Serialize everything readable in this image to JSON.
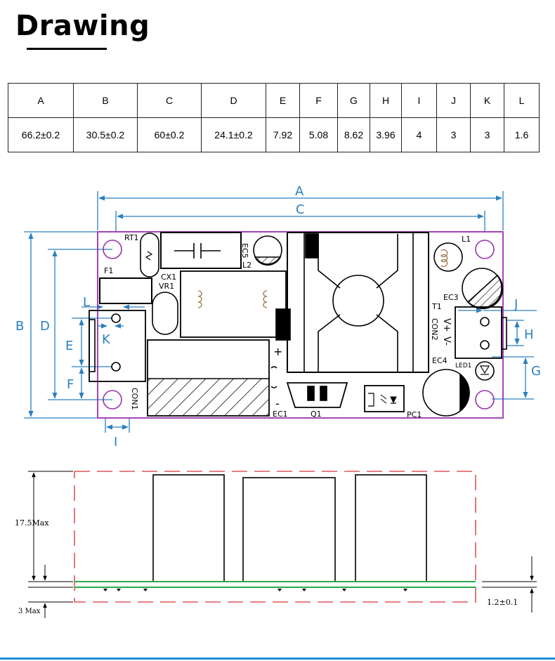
{
  "title": "Drawing",
  "table": {
    "headers": [
      "A",
      "B",
      "C",
      "D",
      "E",
      "F",
      "G",
      "H",
      "I",
      "J",
      "K",
      "L"
    ],
    "values": [
      "66.2±0.2",
      "30.5±0.2",
      "60±0.2",
      "24.1±0.2",
      "7.92",
      "5.08",
      "8.62",
      "3.96",
      "4",
      "3",
      "3",
      "1.6"
    ]
  },
  "top_view": {
    "dim_labels": {
      "A": "A",
      "B": "B",
      "C": "C",
      "D": "D",
      "E": "E",
      "F": "F",
      "G": "G",
      "H": "H",
      "I": "I",
      "J": "J",
      "K": "K",
      "L": "L"
    },
    "components": {
      "rt1": "RT1",
      "f1": "F1",
      "cx1": "CX1",
      "vr1": "VR1",
      "ec5": "EC5",
      "l2": "L2",
      "l1": "L1",
      "ec3": "EC3",
      "t1": "T1",
      "con2": "CON2",
      "vplus": "V+",
      "vminus": "V-",
      "ec4": "EC4",
      "led1": "LED1",
      "con1": "CON1",
      "ec1": "EC1",
      "q1": "Q1",
      "pc1": "PC1",
      "plus": "+",
      "minus": "-"
    }
  },
  "side_view": {
    "height_label": "17.5Max",
    "bottom_label": "3 Max",
    "thickness_label": "1.2±0.1"
  },
  "colors": {
    "dim": "#2b7fc0",
    "outline": "#9b30b0",
    "component": "#000000",
    "inductor": "#9a7a4a",
    "pcb": "#2aa84a",
    "envelope": "#e0555a",
    "footer": "#1f8fd6"
  }
}
